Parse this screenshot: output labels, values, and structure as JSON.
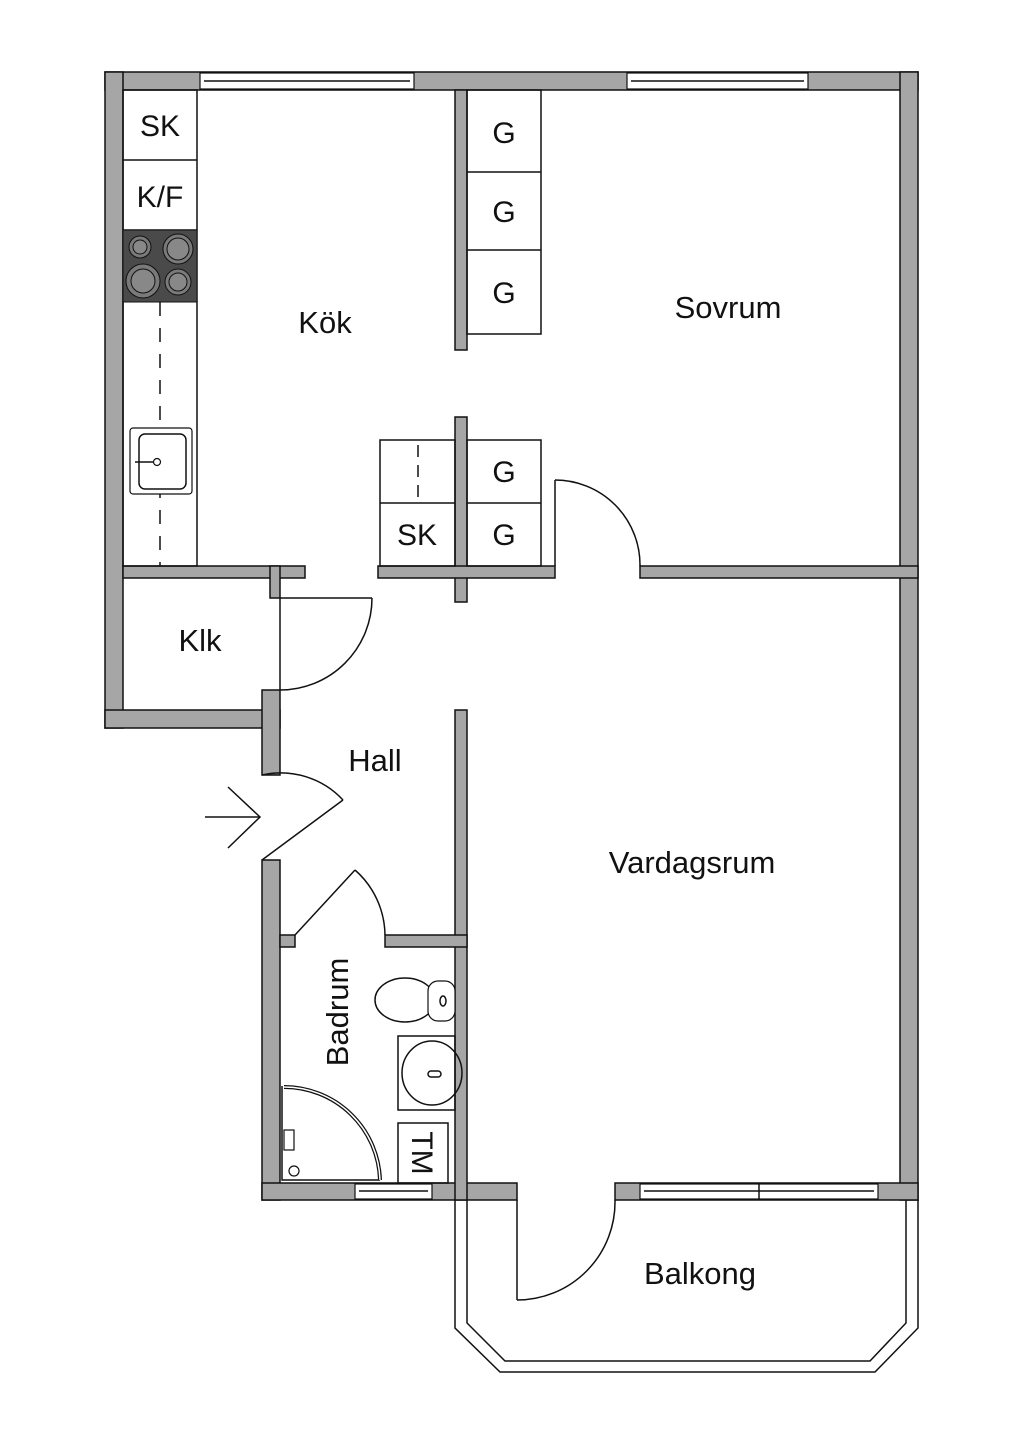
{
  "rooms": {
    "kitchen": "Kök",
    "bedroom": "Sovrum",
    "closet": "Klk",
    "hall": "Hall",
    "living": "Vardagsrum",
    "bathroom": "Badrum",
    "balcony": "Balkong"
  },
  "fixtures": {
    "kitchen_cabinet": "SK",
    "fridge_freezer": "K/F",
    "wardrobe": "G",
    "hall_cabinet": "SK",
    "washer": "TM"
  },
  "colors": {
    "wall": "#a6a6a6",
    "stove": "#4a4a4a"
  }
}
